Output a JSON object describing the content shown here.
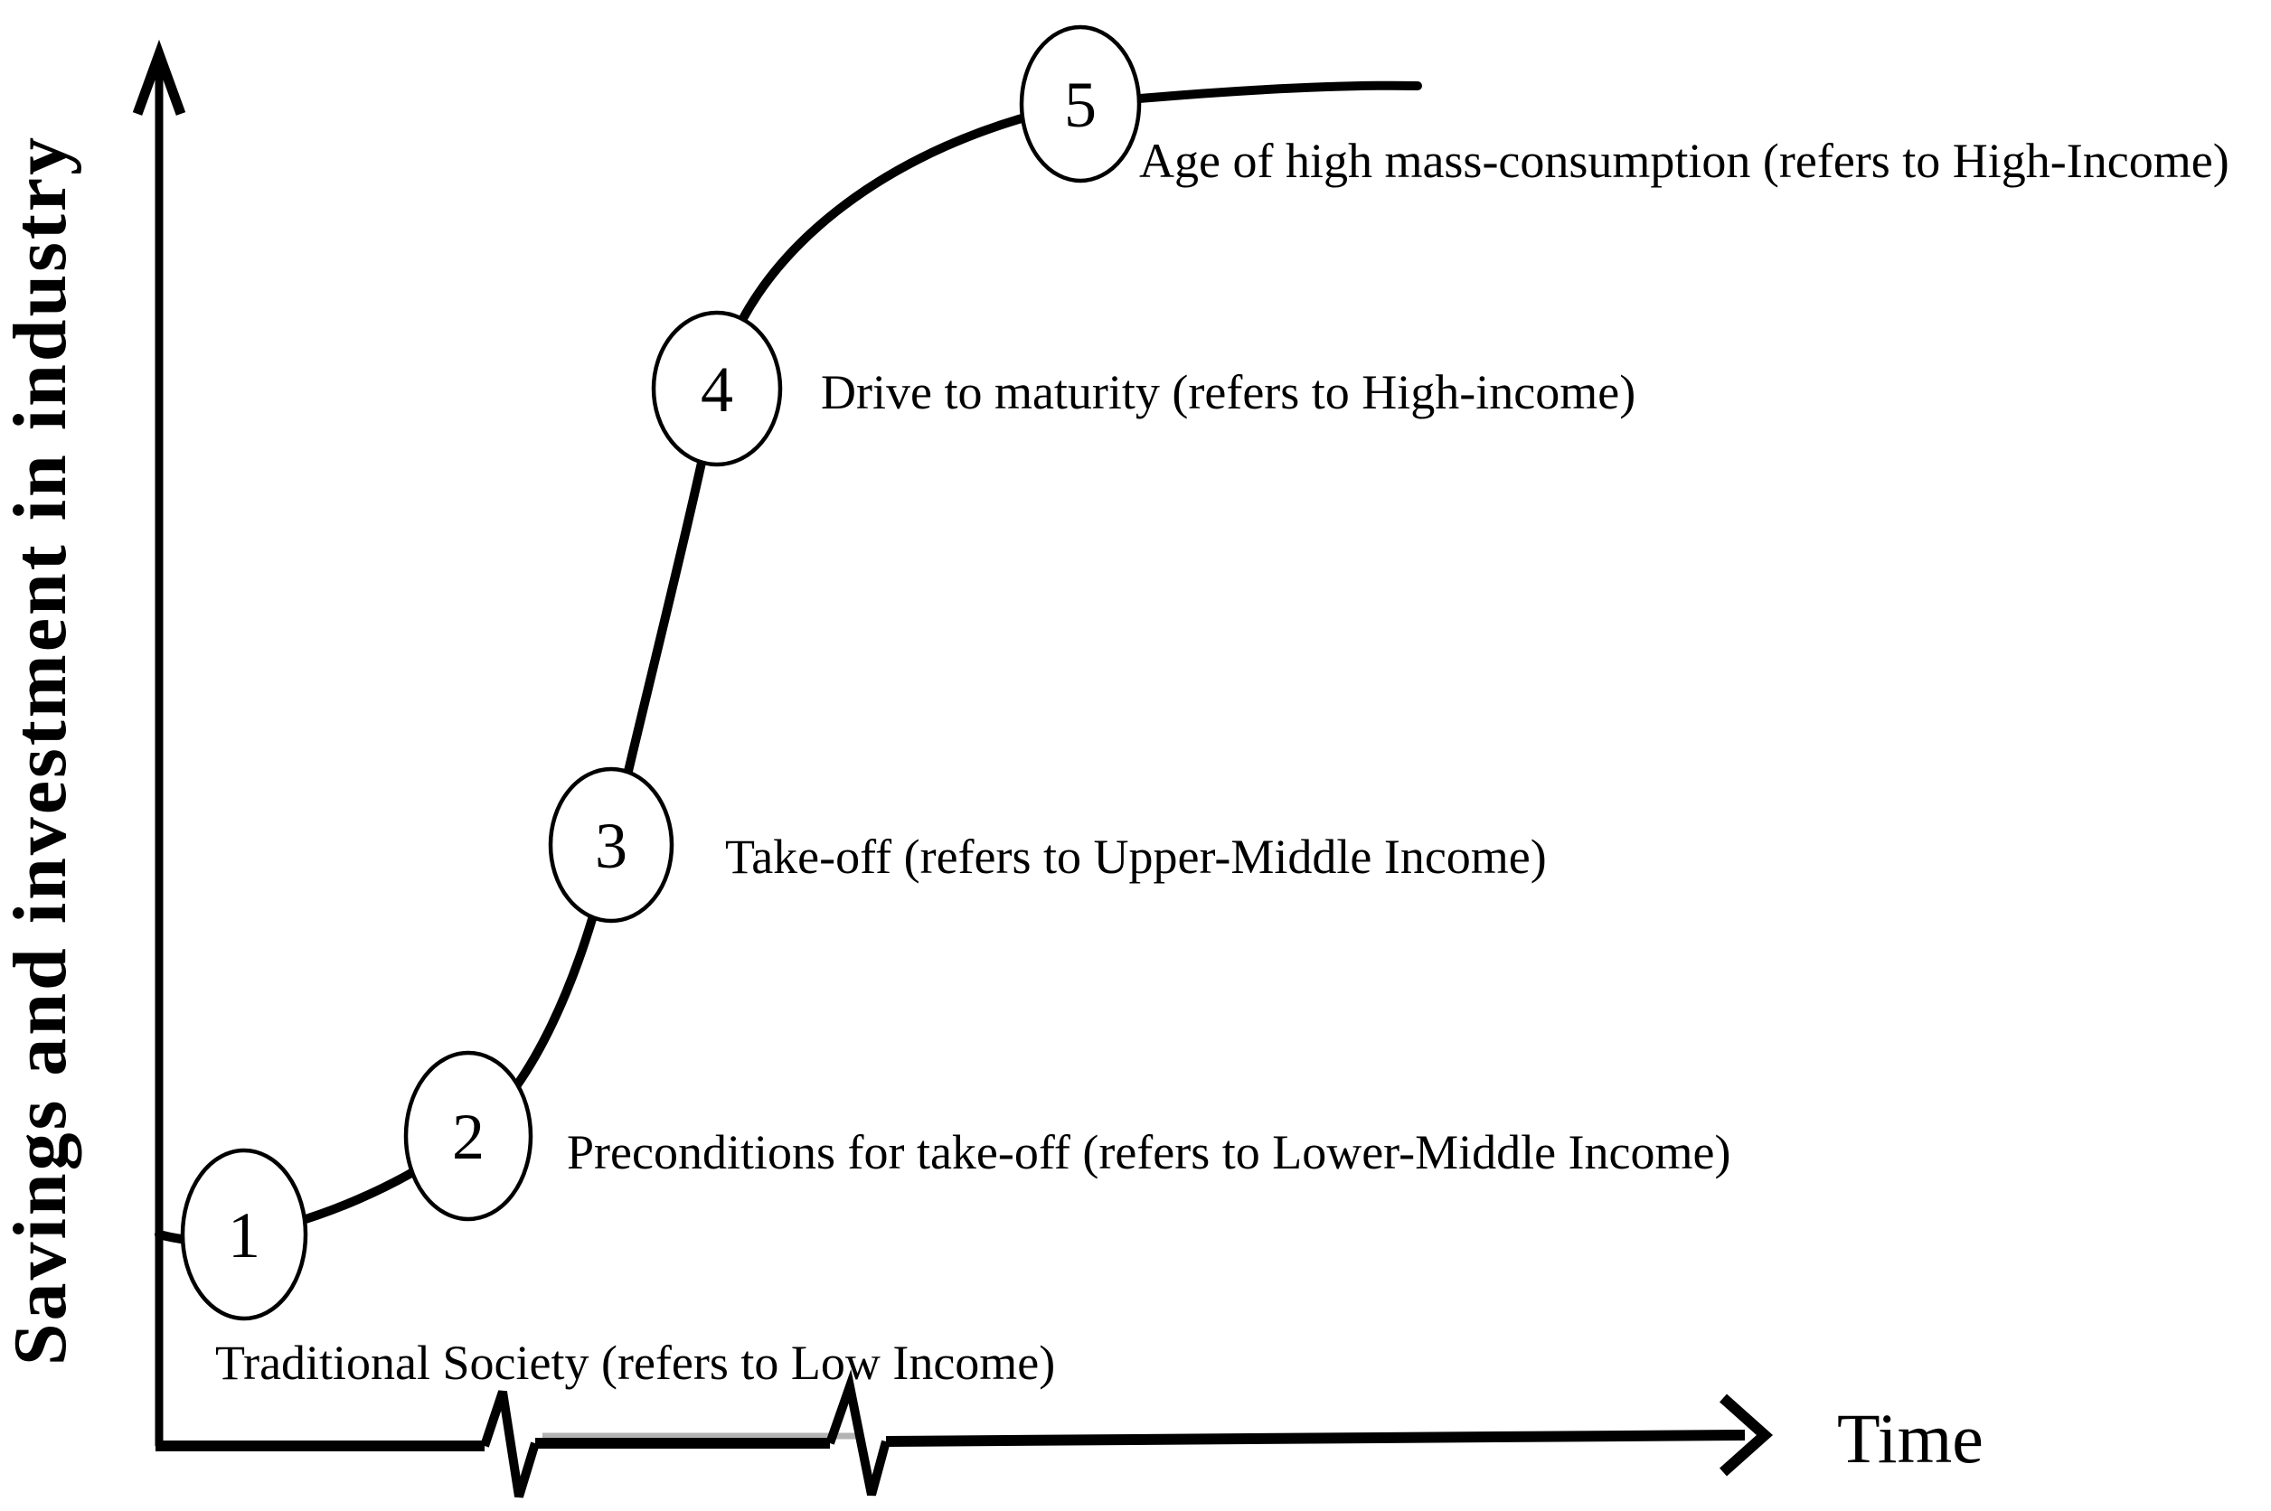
{
  "diagram": {
    "y_axis_title": "Savings and investment in industry",
    "x_axis_title": "Time",
    "stages": [
      {
        "number": "1",
        "label": "Traditional Society (refers to Low Income)"
      },
      {
        "number": "2",
        "label": "Preconditions for take-off (refers to Lower-Middle Income)"
      },
      {
        "number": "3",
        "label": "Take-off (refers to Upper-Middle Income)"
      },
      {
        "number": "4",
        "label": "Drive to maturity (refers to High-income)"
      },
      {
        "number": "5",
        "label": "Age of high mass-consumption (refers to High-Income)"
      }
    ],
    "colors": {
      "ink": "#000000",
      "background": "#ffffff",
      "axis_shadow": "#b3b3b3"
    }
  }
}
